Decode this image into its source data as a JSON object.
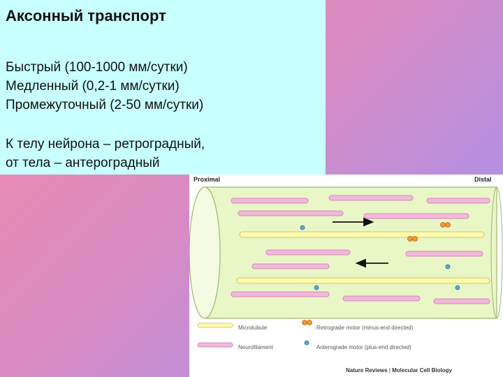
{
  "slide": {
    "title": "Аксонный транспорт",
    "speeds": [
      "Быстрый (100-1000 мм/сутки)",
      "Медленный (0,2-1 мм/сутки)",
      "Промежуточный (2-50 мм/сутки)"
    ],
    "direction_line1": "К телу нейрона – ретроградный,",
    "direction_line2": "от тела – антероградный"
  },
  "figure": {
    "proximal": "Proximal",
    "distal": "Distal",
    "legend": {
      "microtubule": "Microtubule",
      "neurofilament": "Neurofilament",
      "retrograde": "Retrograde motor (minus-end directed)",
      "anterograde": "Anterograde motor (plus-end directed)"
    },
    "credit_journal": "Nature Reviews",
    "credit_separator": " | ",
    "credit_title": "Molecular Cell Biology"
  },
  "colors": {
    "cyan_panel": "#c8ffff",
    "axon_fill": "#e8f5c8",
    "microtubule": "#fffcb0",
    "neurofilament": "#f2b8dc",
    "retrograde_motor": "#f09a30",
    "anterograde_motor": "#5aa8d8"
  }
}
